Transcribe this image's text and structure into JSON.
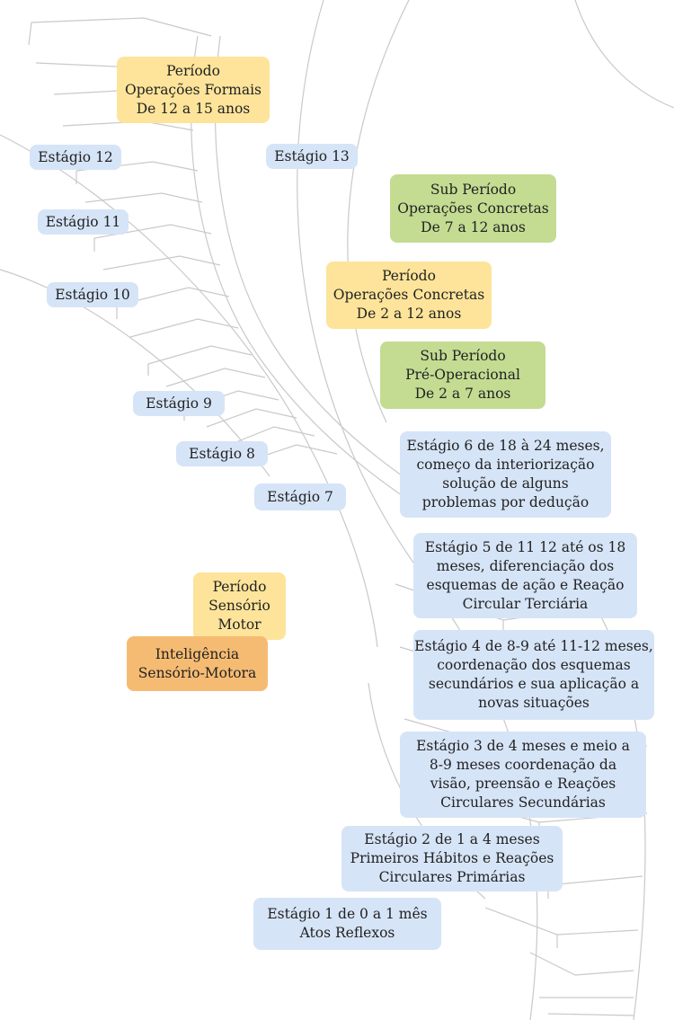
{
  "colors": {
    "stage": "#d6e4f7",
    "period": "#fde49a",
    "sub_period": "#c3dc92",
    "intelligence": "#f6bb72",
    "stair_lines": "#c9c9c9"
  },
  "periods": {
    "formal": [
      "Período",
      "Operações Formais",
      "De 12 a 15 anos"
    ],
    "concrete": [
      "Período",
      "Operações Concretas",
      "De 2 a 12 anos"
    ],
    "sensorimotor": [
      "Período",
      "Sensório",
      "Motor"
    ]
  },
  "sub_periods": {
    "concrete": [
      "Sub Período",
      "Operações Concretas",
      "De 7 a 12 anos"
    ],
    "preoperational": [
      "Sub Período",
      "Pré-Operacional",
      "De 2 a 7 anos"
    ]
  },
  "intelligence": [
    "Inteligência",
    "Sensório-Motora"
  ],
  "stages": {
    "s13": "Estágio 13",
    "s12": "Estágio 12",
    "s11": "Estágio 11",
    "s10": "Estágio 10",
    "s9": "Estágio 9",
    "s8": "Estágio 8",
    "s7": "Estágio 7",
    "s6": [
      "Estágio 6 de 18 à 24 meses,",
      "começo da interiorização",
      "solução de alguns",
      "problemas por dedução"
    ],
    "s5": [
      "Estágio 5 de 11 12 até os 18",
      "meses, diferenciação dos",
      "esquemas de ação e Reação",
      "Circular Terciária"
    ],
    "s4": [
      "Estágio 4 de 8-9 até 11-12 meses,",
      "coordenação dos esquemas",
      "secundários e sua aplicação a",
      "novas situações"
    ],
    "s3": [
      "Estágio 3 de 4 meses e meio a",
      "8-9 meses coordenação da",
      "visão, preensão e Reações",
      "Circulares Secundárias"
    ],
    "s2": [
      "Estágio 2 de 1 a 4 meses",
      "Primeiros Hábitos e Reações",
      "Circulares Primárias"
    ],
    "s1": [
      "Estágio 1 de 0 a 1 mês",
      "Atos Reflexos"
    ]
  }
}
